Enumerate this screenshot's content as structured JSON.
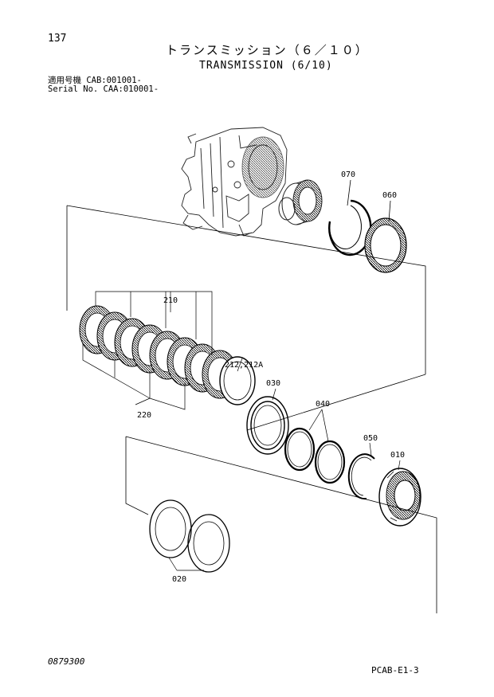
{
  "header": {
    "page_number": "137",
    "title_jp": "トランスミッション（６／１０）",
    "title_en": "TRANSMISSION (6/10)",
    "applicability_line1": "適用号機  CAB:001001-",
    "applicability_line2": "Serial No. CAA:010001-"
  },
  "callouts": {
    "p070": "070",
    "p060": "060",
    "p210": "210",
    "p212": "212,212A",
    "p030": "030",
    "p040": "040",
    "p050": "050",
    "p010": "010",
    "p220": "220",
    "p020": "020"
  },
  "footer": {
    "doc_code": "0879300",
    "page_code": "PCAB-E1-3"
  }
}
